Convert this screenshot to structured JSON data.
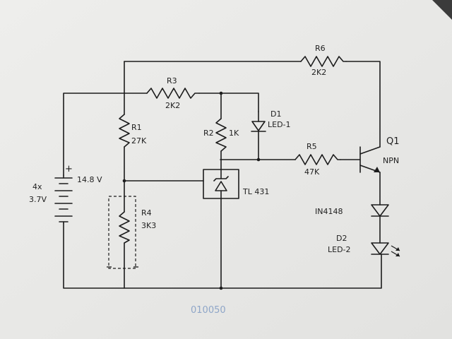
{
  "colors": {
    "paper": "#e9e9e7",
    "ink": "#1c1c1c",
    "stamp": "#8fa6c8",
    "background": "#3b3b3b"
  },
  "battery": {
    "count": "4x",
    "cell_voltage": "3.7V",
    "total_voltage": "14.8 V",
    "plus_sign": "+"
  },
  "components": {
    "r1": {
      "name": "R1",
      "value": "27K"
    },
    "r2": {
      "name": "R2",
      "value": "1K"
    },
    "r3": {
      "name": "R3",
      "value": "2K2"
    },
    "r4": {
      "name": "R4",
      "value": "3K3"
    },
    "r5": {
      "name": "R5",
      "value": "47K"
    },
    "r6": {
      "name": "R6",
      "value": "2K2"
    },
    "d1": {
      "name": "D1",
      "value": "LED-1"
    },
    "d2": {
      "name": "D2",
      "value": "LED-2"
    },
    "q1": {
      "name": "Q1",
      "value": "NPN"
    },
    "u1": {
      "name": "TL 431"
    },
    "diode": {
      "name": "IN4148"
    }
  },
  "stamp": {
    "text": "010050"
  }
}
